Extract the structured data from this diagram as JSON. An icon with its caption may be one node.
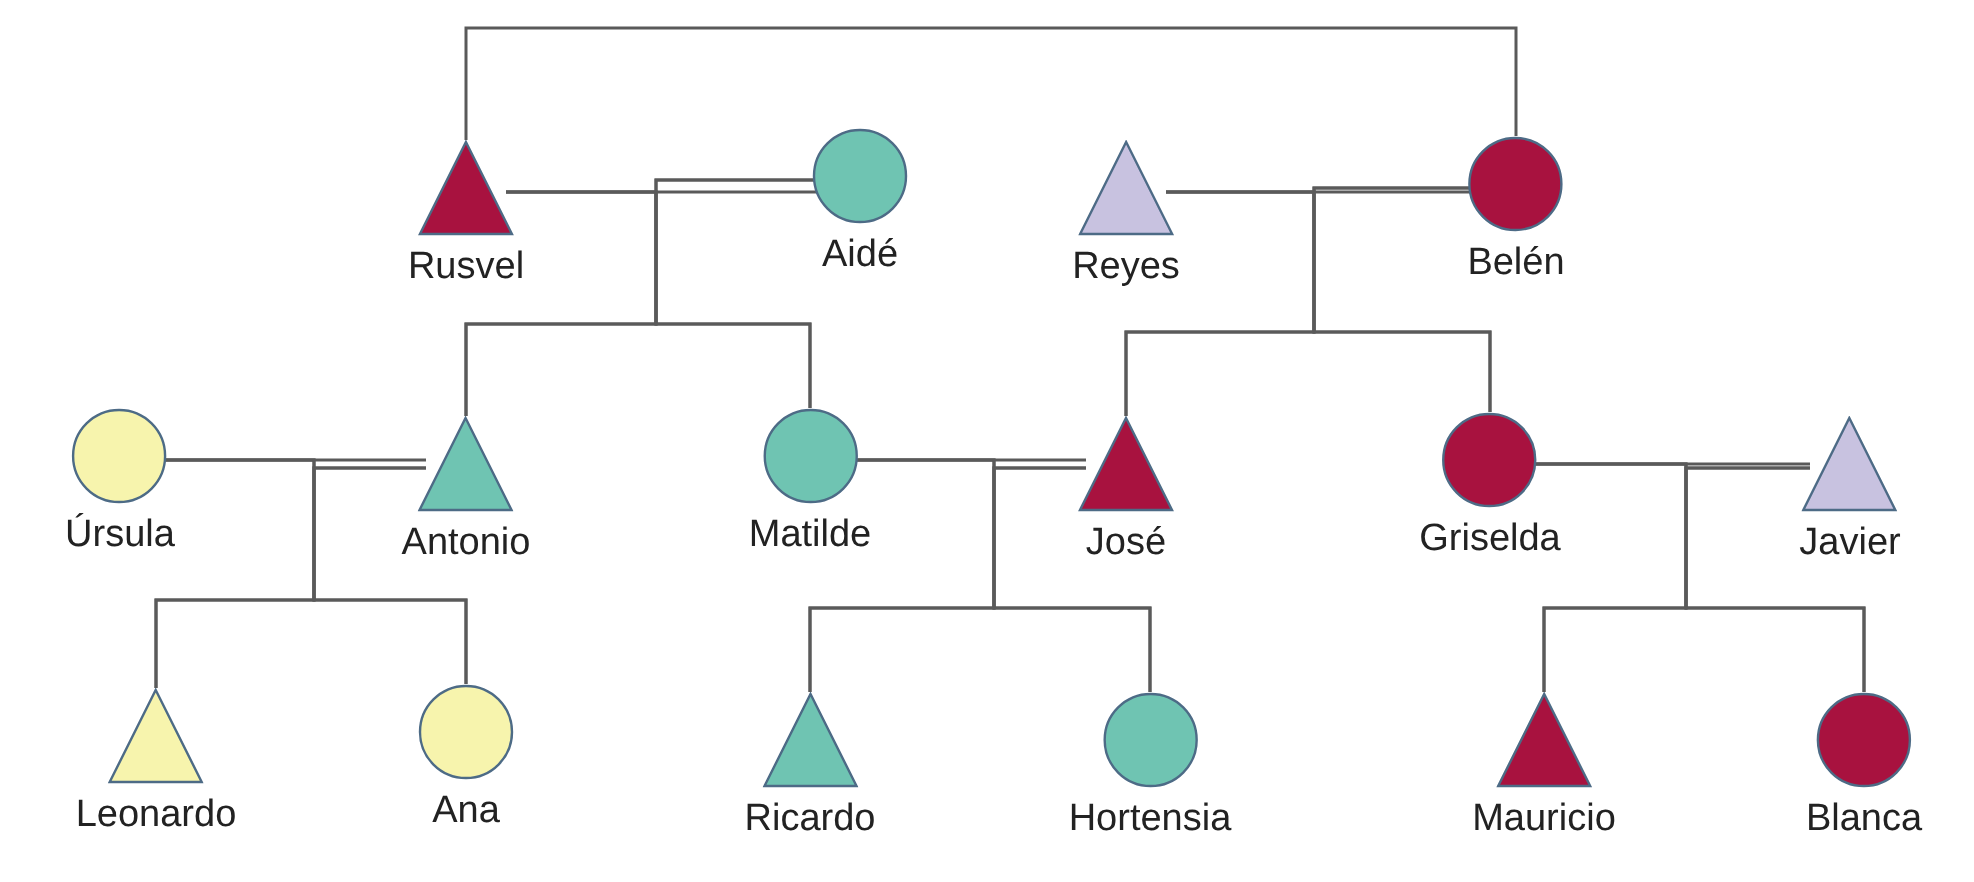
{
  "diagram": {
    "nodes": [
      {
        "text": [
          "Rusvel"
        ]
      },
      {
        "text": [
          "Aidé"
        ]
      },
      {
        "text": [
          "Reyes"
        ]
      },
      {
        "text": [
          "Belén"
        ]
      },
      {
        "text": [
          "Úrsula"
        ]
      },
      {
        "text": [
          "Antonio"
        ]
      },
      {
        "text": [
          "Matilde"
        ]
      },
      {
        "text": [
          "José"
        ]
      },
      {
        "text": [
          "Griselda"
        ]
      },
      {
        "text": [
          "Javier"
        ]
      },
      {
        "text": [
          "Leonardo"
        ]
      },
      {
        "text": [
          "Ana"
        ]
      },
      {
        "text": [
          "Ricardo"
        ]
      },
      {
        "text": [
          "Hortensia"
        ]
      },
      {
        "text": [
          "Mauricio"
        ]
      },
      {
        "text": [
          "Blanca"
        ]
      }
    ],
    "edges": [
      {
        "from": 0,
        "to": 3,
        "arrow": "none"
      },
      {
        "from": 0,
        "to": 1,
        "arrow": "none"
      },
      {
        "from": 2,
        "to": 3,
        "arrow": "none"
      },
      {
        "from": 4,
        "to": 5,
        "arrow": "none"
      },
      {
        "from": 6,
        "to": 7,
        "arrow": "none"
      },
      {
        "from": 8,
        "to": 9,
        "arrow": "none"
      },
      {
        "from": 0,
        "to": 5,
        "arrow": "none"
      },
      {
        "from": 1,
        "to": 5,
        "arrow": "none"
      },
      {
        "from": 0,
        "to": 6,
        "arrow": "none"
      },
      {
        "from": 1,
        "to": 6,
        "arrow": "none"
      },
      {
        "from": 2,
        "to": 7,
        "arrow": "none"
      },
      {
        "from": 3,
        "to": 7,
        "arrow": "none"
      },
      {
        "from": 2,
        "to": 8,
        "arrow": "none"
      },
      {
        "from": 3,
        "to": 8,
        "arrow": "none"
      },
      {
        "from": 4,
        "to": 10,
        "arrow": "none"
      },
      {
        "from": 5,
        "to": 10,
        "arrow": "none"
      },
      {
        "from": 4,
        "to": 11,
        "arrow": "none"
      },
      {
        "from": 5,
        "to": 11,
        "arrow": "none"
      },
      {
        "from": 6,
        "to": 12,
        "arrow": "none"
      },
      {
        "from": 7,
        "to": 12,
        "arrow": "none"
      },
      {
        "from": 6,
        "to": 13,
        "arrow": "none"
      },
      {
        "from": 7,
        "to": 13,
        "arrow": "none"
      },
      {
        "from": 8,
        "to": 14,
        "arrow": "none"
      },
      {
        "from": 9,
        "to": 14,
        "arrow": "none"
      },
      {
        "from": 8,
        "to": 15,
        "arrow": "none"
      },
      {
        "from": 9,
        "to": 15,
        "arrow": "none"
      }
    ]
  }
}
